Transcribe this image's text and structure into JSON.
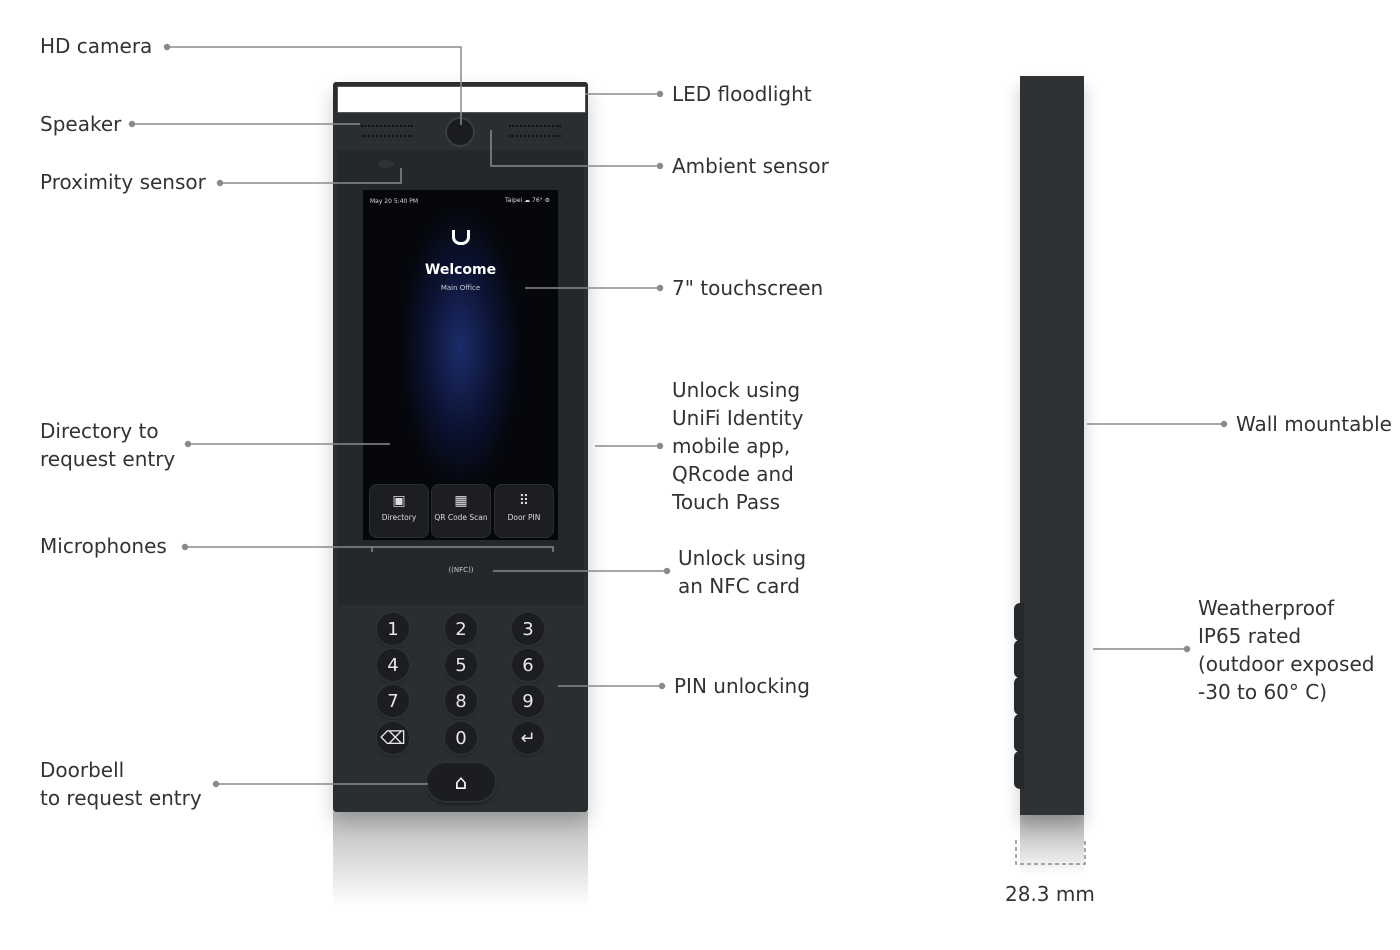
{
  "labels": {
    "hd_camera": "HD camera",
    "speaker": "Speaker",
    "proximity": "Proximity sensor",
    "directory": "Directory to\nrequest entry",
    "microphones": "Microphones",
    "doorbell": "Doorbell\nto request entry",
    "led": "LED floodlight",
    "ambient": "Ambient sensor",
    "touchscreen": "7\" touchscreen",
    "unlock_app": "Unlock using\nUniFi Identity\nmobile app,\nQRcode and\nTouch Pass",
    "unlock_nfc": "Unlock using\nan NFC card",
    "pin": "PIN unlocking",
    "wall": "Wall mountable",
    "weather": "Weatherproof\nIP65 rated\n(outdoor exposed\n-30 to 60° C)",
    "depth": "28.3 mm"
  },
  "screen": {
    "date": "May 20 5:40 PM",
    "location": "Taipei",
    "temp": "76°",
    "welcome": "Welcome",
    "site": "Main Office",
    "buttons": [
      {
        "label": "Directory",
        "icon": "contact-book-icon"
      },
      {
        "label": "QR Code Scan",
        "icon": "qr-code-icon"
      },
      {
        "label": "Door PIN",
        "icon": "keypad-icon"
      }
    ],
    "nfc": "((NFC))"
  },
  "keypad": [
    "1",
    "2",
    "3",
    "4",
    "5",
    "6",
    "7",
    "8",
    "9",
    "⌫",
    "0",
    "↵"
  ],
  "colors": {
    "device": "#2b2e31",
    "screen": "#05070c",
    "accent": "#1c2c6a",
    "leader": "#8a8a8a"
  }
}
